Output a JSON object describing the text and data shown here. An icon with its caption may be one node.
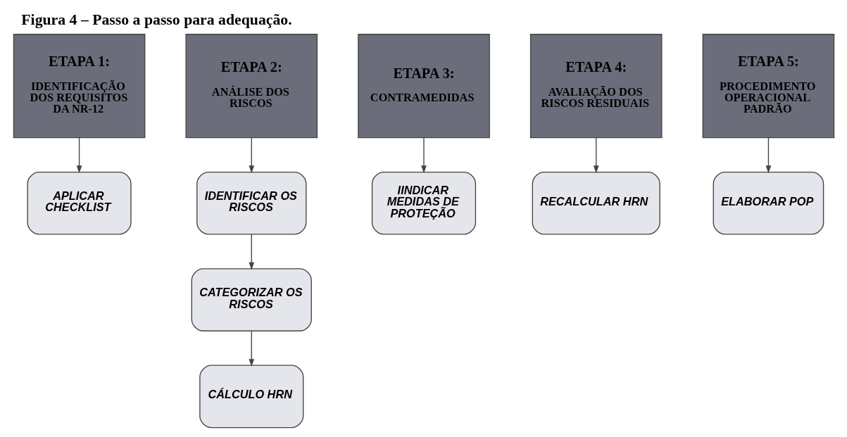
{
  "diagram": {
    "title": "Figura 4 – Passo a passo para adequação.",
    "nodes": [
      {
        "text": [
          "ETAPA 1:",
          "IDENTIFICAÇÃO DOS REQUISITOS DA NR-12"
        ]
      },
      {
        "text": [
          "ETAPA 2:",
          "ANÁLISE DOS RISCOS"
        ]
      },
      {
        "text": [
          "ETAPA 3:",
          "CONTRAMEDIDAS"
        ]
      },
      {
        "text": [
          "ETAPA 4:",
          "AVALIAÇÃO DOS RISCOS RESIDUAIS"
        ]
      },
      {
        "text": [
          "ETAPA 5:",
          "PROCEDIMENTO OPERACIONAL PADRÃO"
        ]
      },
      {
        "text": [
          "APLICAR CHECKLIST"
        ]
      },
      {
        "text": [
          "IDENTIFICAR OS RISCOS"
        ]
      },
      {
        "text": [
          "IINDICAR MEDIDAS DE PROTEÇÃO"
        ]
      },
      {
        "text": [
          "RECALCULAR HRN"
        ]
      },
      {
        "text": [
          "ELABORAR POP"
        ]
      },
      {
        "text": [
          "CATEGORIZAR OS RISCOS"
        ]
      },
      {
        "text": [
          "CÁLCULO HRN"
        ]
      }
    ],
    "edges": [
      {
        "from": 0,
        "to": 5,
        "arrow": "to"
      },
      {
        "from": 1,
        "to": 6,
        "arrow": "to"
      },
      {
        "from": 2,
        "to": 7,
        "arrow": "to"
      },
      {
        "from": 3,
        "to": 8,
        "arrow": "to"
      },
      {
        "from": 4,
        "to": 9,
        "arrow": "to"
      },
      {
        "from": 6,
        "to": 10,
        "arrow": "to"
      },
      {
        "from": 10,
        "to": 11,
        "arrow": "to"
      }
    ]
  }
}
